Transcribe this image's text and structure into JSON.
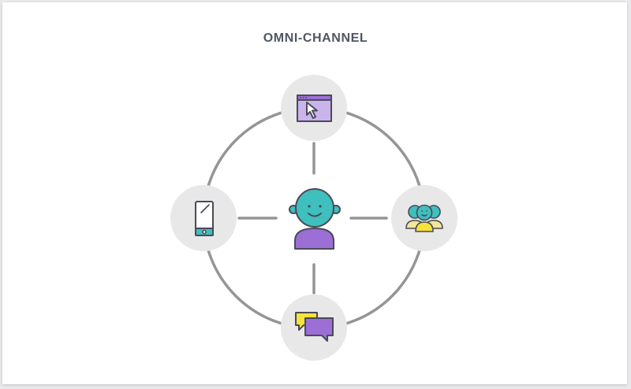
{
  "title": "OMNI-CHANNEL",
  "colors": {
    "ring": "#959595",
    "node_fill": "#e8e8e8",
    "outline": "#4a4a57",
    "teal": "#3fbfbe",
    "purple": "#9b6fd6",
    "light_purple": "#c9b4ec",
    "yellow": "#f5e23a",
    "pale_yellow": "#f3e69a"
  },
  "nodes": [
    {
      "id": "web",
      "icon": "browser-cursor-icon"
    },
    {
      "id": "social",
      "icon": "people-group-icon"
    },
    {
      "id": "chat",
      "icon": "chat-bubbles-icon"
    },
    {
      "id": "mobile",
      "icon": "smartphone-icon"
    }
  ],
  "center": {
    "icon": "customer-person-icon"
  }
}
